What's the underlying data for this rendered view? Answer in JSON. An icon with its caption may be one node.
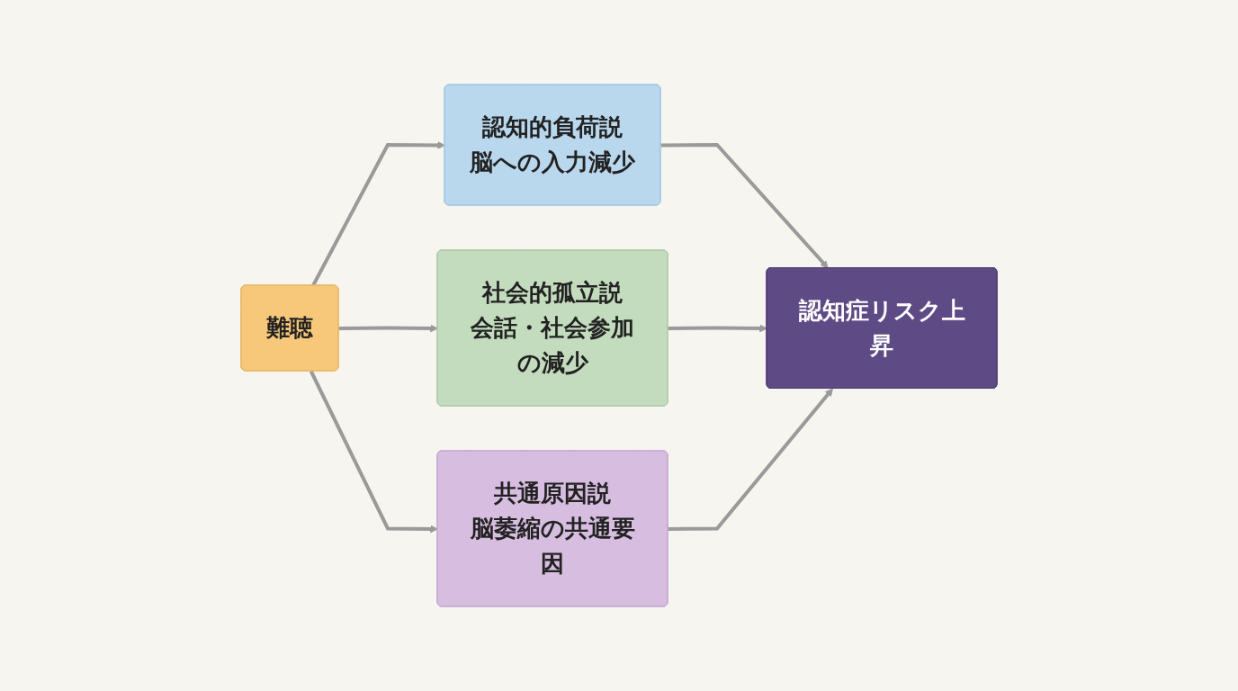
{
  "diagram": {
    "nodes": [
      {
        "text": [
          "難聴"
        ]
      },
      {
        "text": [
          "認知的負荷説",
          "脳への入力減少"
        ]
      },
      {
        "text": [
          "社会的孤立説",
          "会話・社会参加の減少"
        ]
      },
      {
        "text": [
          "共通原因説",
          "脳萎縮の共通要因"
        ]
      },
      {
        "text": [
          "認知症リスク上昇"
        ]
      }
    ],
    "edges": [
      {
        "from": 0,
        "to": 1,
        "arrow": "to"
      },
      {
        "from": 0,
        "to": 2,
        "arrow": "to"
      },
      {
        "from": 0,
        "to": 3,
        "arrow": "to"
      },
      {
        "from": 1,
        "to": 4,
        "arrow": "to"
      },
      {
        "from": 2,
        "to": 4,
        "arrow": "to"
      },
      {
        "from": 3,
        "to": 4,
        "arrow": "to"
      }
    ]
  }
}
